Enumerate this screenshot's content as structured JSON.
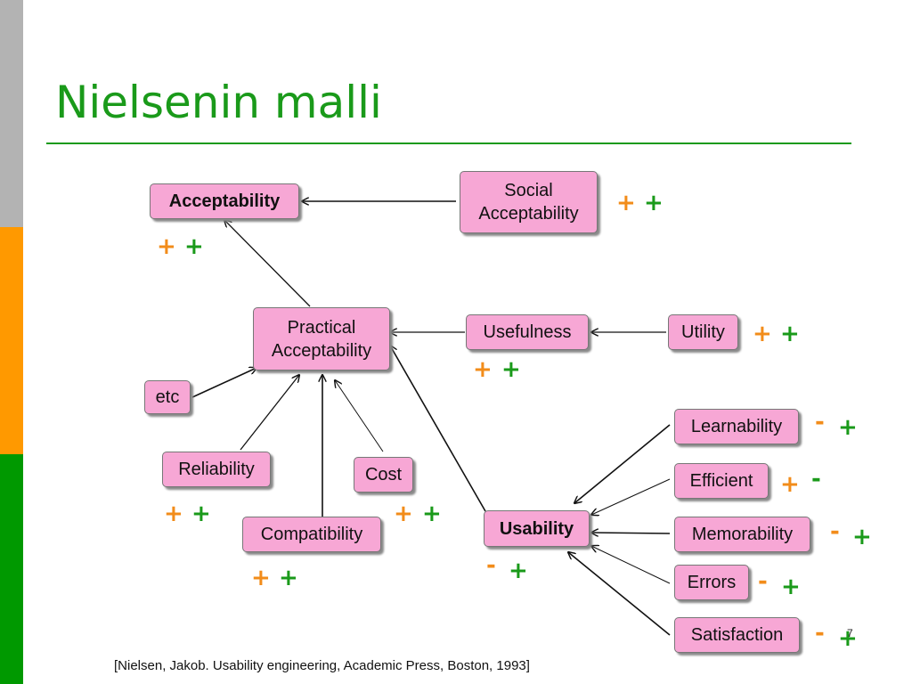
{
  "slide": {
    "title": "Nielsenin malli",
    "page_number": "7"
  },
  "nodes": {
    "acceptability": "Acceptability",
    "social_line1": "Social",
    "social_line2": "Acceptability",
    "practical_line1": "Practical",
    "practical_line2": "Acceptability",
    "usefulness": "Usefulness",
    "utility": "Utility",
    "etc": "etc",
    "reliability": "Reliability",
    "cost": "Cost",
    "compatibility": "Compatibility",
    "usability": "Usability",
    "learnability": "Learnability",
    "efficient": "Efficient",
    "memorability": "Memorability",
    "errors": "Errors",
    "satisfaction": "Satisfaction"
  },
  "signs": {
    "acceptability": [
      "+",
      "+"
    ],
    "social": [
      "+",
      "+"
    ],
    "usefulness": [
      "+",
      "+"
    ],
    "utility": [
      "+",
      "+"
    ],
    "reliability": [
      "+",
      "+"
    ],
    "cost": [
      "+",
      "+"
    ],
    "compatibility": [
      "+",
      "+"
    ],
    "usability": [
      "-",
      "+"
    ],
    "learnability": [
      "-",
      "+"
    ],
    "efficient": [
      "+",
      "-"
    ],
    "memorability": [
      "-",
      "+"
    ],
    "errors": [
      "-",
      "+"
    ],
    "satisfaction": [
      "-",
      "+"
    ]
  },
  "citation": "[Nielsen, Jakob. Usability engineering, Academic Press, Boston, 1993]",
  "colors": {
    "title_green": "#1a9a1a",
    "node_fill": "#f7a7d5",
    "sign_orange": "#f28c1a",
    "sign_green": "#1a9a1a",
    "bar_gray": "#b3b3b3",
    "bar_orange": "#ff9900",
    "bar_green": "#009900"
  }
}
